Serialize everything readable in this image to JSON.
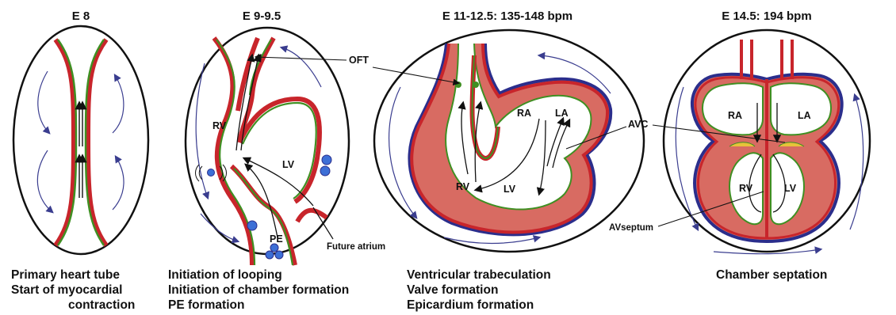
{
  "colors": {
    "myocardium": "#c8252b",
    "endocardium": "#3f8f22",
    "epicardium": "#2b2e8c",
    "pe_cells": "#3d6fd6",
    "valve_cushion": "#e7c23a",
    "trabecular_fill": "#d86b62",
    "flow_arrow": "#3a3d8f"
  },
  "stages": [
    {
      "title": "E 8",
      "caption": [
        "Primary heart tube",
        "Start of myocardial",
        "contraction"
      ],
      "labels": []
    },
    {
      "title": "E 9-9.5",
      "caption": [
        "Initiation of looping",
        "Initiation of chamber formation",
        "PE formation"
      ],
      "labels": [
        "RV",
        "LV",
        "PE",
        "Future atrium"
      ]
    },
    {
      "title": "E 11-12.5: 135-148 bpm",
      "caption": [
        "Ventricular trabeculation",
        "Valve formation",
        "Epicardium formation"
      ],
      "labels": [
        "RA",
        "LA",
        "RV",
        "LV"
      ]
    },
    {
      "title": "E 14.5: 194 bpm",
      "caption": [
        "Chamber septation"
      ],
      "labels": [
        "RA",
        "LA",
        "RV",
        "LV"
      ]
    }
  ],
  "callouts": {
    "oft": "OFT",
    "avc": "AVC",
    "avseptum": "AVseptum"
  }
}
